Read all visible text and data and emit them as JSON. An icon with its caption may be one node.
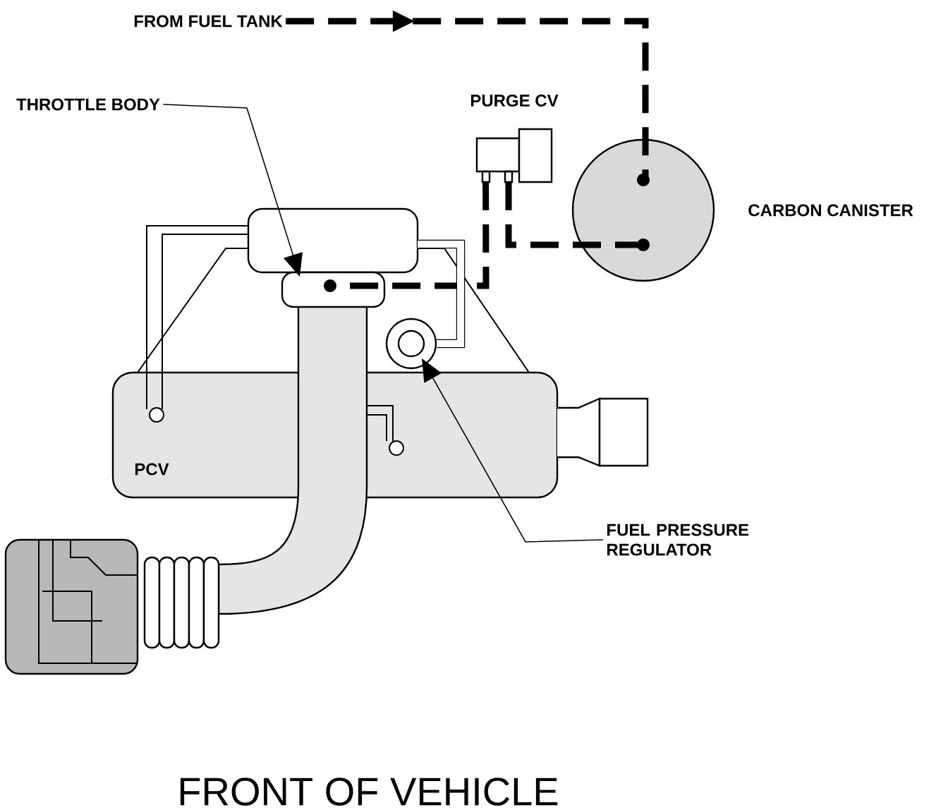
{
  "diagram": {
    "nodes": [
      {
        "text": [
          "FROM FUEL TANK"
        ]
      },
      {
        "text": [
          "THROTTLE BODY"
        ]
      },
      {
        "text": [
          "PURGE CV"
        ]
      },
      {
        "text": [
          "CARBON CANISTER"
        ]
      },
      {
        "text": [],
        "shape": "box"
      },
      {
        "text": [],
        "shape": "circle"
      },
      {
        "text": [
          "FUEL PRESSURE REGULATOR"
        ]
      }
    ],
    "edges": [
      {
        "from": 0,
        "to": 3,
        "arrow": "to",
        "style": "dashed"
      },
      {
        "from": 1,
        "to": 4,
        "arrow": "to"
      },
      {
        "from": 3,
        "to": 2,
        "arrow": "none",
        "style": "dashed"
      },
      {
        "from": 2,
        "to": 4,
        "arrow": "none",
        "style": "dashed"
      },
      {
        "from": 6,
        "to": 5,
        "arrow": "to"
      },
      {
        "from": 5,
        "to": 4,
        "arrow": "none"
      }
    ],
    "labels": [
      "PCV",
      "FRONT OF VEHICLE"
    ]
  }
}
